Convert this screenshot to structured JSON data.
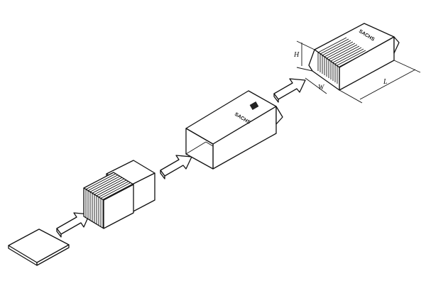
{
  "diagram": {
    "steps": [
      "flat-sheet",
      "stacked-plates",
      "open-sleeve-box",
      "packed-box"
    ],
    "logo_text": "SACHS",
    "dimensions": {
      "height": "H",
      "width": "W",
      "length": "L"
    },
    "colors": {
      "line": "#111111",
      "background": "#ffffff"
    }
  }
}
